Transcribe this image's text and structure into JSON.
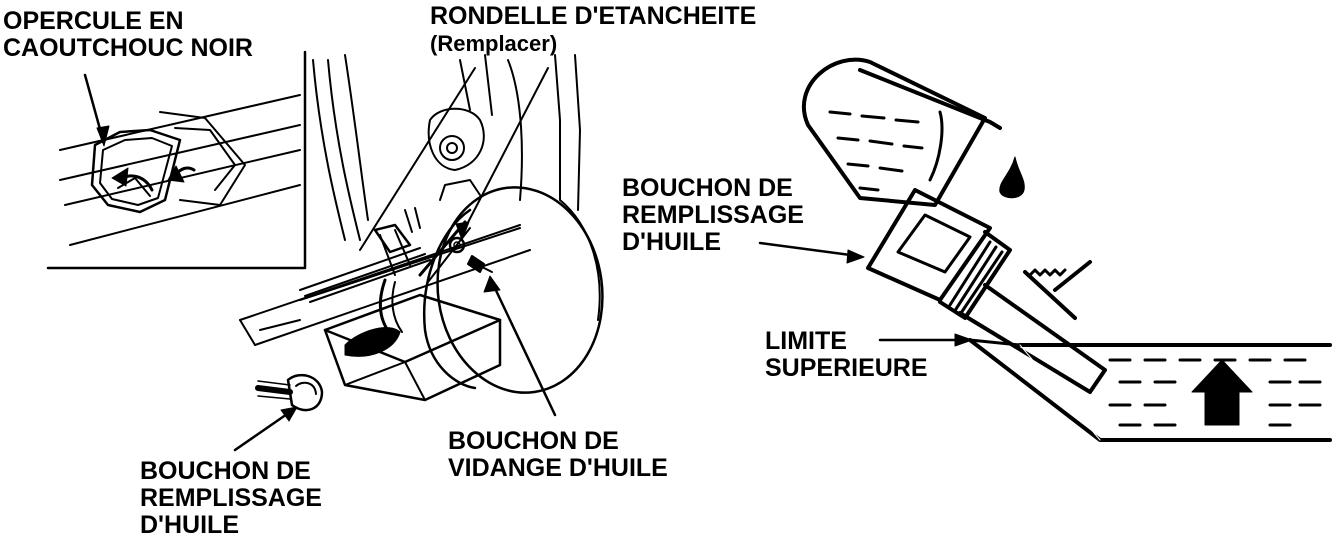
{
  "labels": {
    "black_rubber_cap": [
      "OPERCULE EN",
      "CAOUTCHOUC NOIR"
    ],
    "sealing_washer": [
      "RONDELLE D'ETANCHEITE",
      "(Remplacer)"
    ],
    "filler_cap_left": [
      "BOUCHON DE",
      "REMPLISSAGE",
      "D'HUILE"
    ],
    "drain_plug": [
      "BOUCHON DE",
      "VIDANGE D'HUILE"
    ],
    "filler_cap_right": [
      "BOUCHON DE",
      "REMPLISSAGE",
      "D'HUILE"
    ],
    "upper_limit": [
      "LIMITE",
      "SUPERIEURE"
    ]
  },
  "icons": [
    "oil-can-icon",
    "oil-drop-icon",
    "filler-cap-dipstick-icon",
    "up-arrow-icon",
    "drain-pan-icon",
    "wheel-icon"
  ],
  "colors": {
    "ink": "#000000",
    "background": "#ffffff"
  }
}
